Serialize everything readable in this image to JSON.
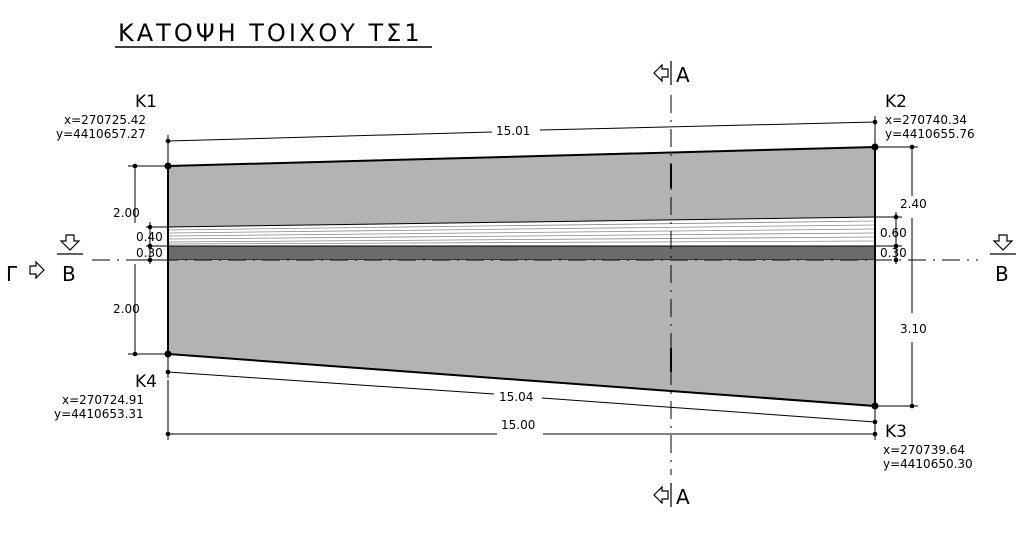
{
  "title": "ΚΑΤΟΨΗ ΤΟΙΧΟΥ ΤΣ1",
  "points": {
    "k1": {
      "name": "K1",
      "x": "x=270725.42",
      "y": "y=4410657.27"
    },
    "k2": {
      "name": "K2",
      "x": "x=270740.34",
      "y": "y=4410655.76"
    },
    "k3": {
      "name": "K3",
      "x": "x=270739.64",
      "y": "y=4410650.30"
    },
    "k4": {
      "name": "K4",
      "x": "x=270724.91",
      "y": "y=4410653.31"
    }
  },
  "dimensions": {
    "top_length": "15.01",
    "bottom_slanted": "15.04",
    "bottom_total": "15.00",
    "left_top": "2.00",
    "left_layer1": "0.40",
    "left_layer2": "0.30",
    "left_bottom": "2.00",
    "right_top": "2.40",
    "right_layer1": "0.60",
    "right_layer2": "0.30",
    "right_bottom": "3.10"
  },
  "sections": {
    "a_top": "A",
    "a_bottom": "A",
    "b_left": "B",
    "b_right": "B",
    "gamma": "Γ"
  },
  "colors": {
    "fill_main": "#b3b3b3",
    "fill_dark": "#6b6b6b",
    "hatch": "#888888",
    "ink": "#000000"
  }
}
